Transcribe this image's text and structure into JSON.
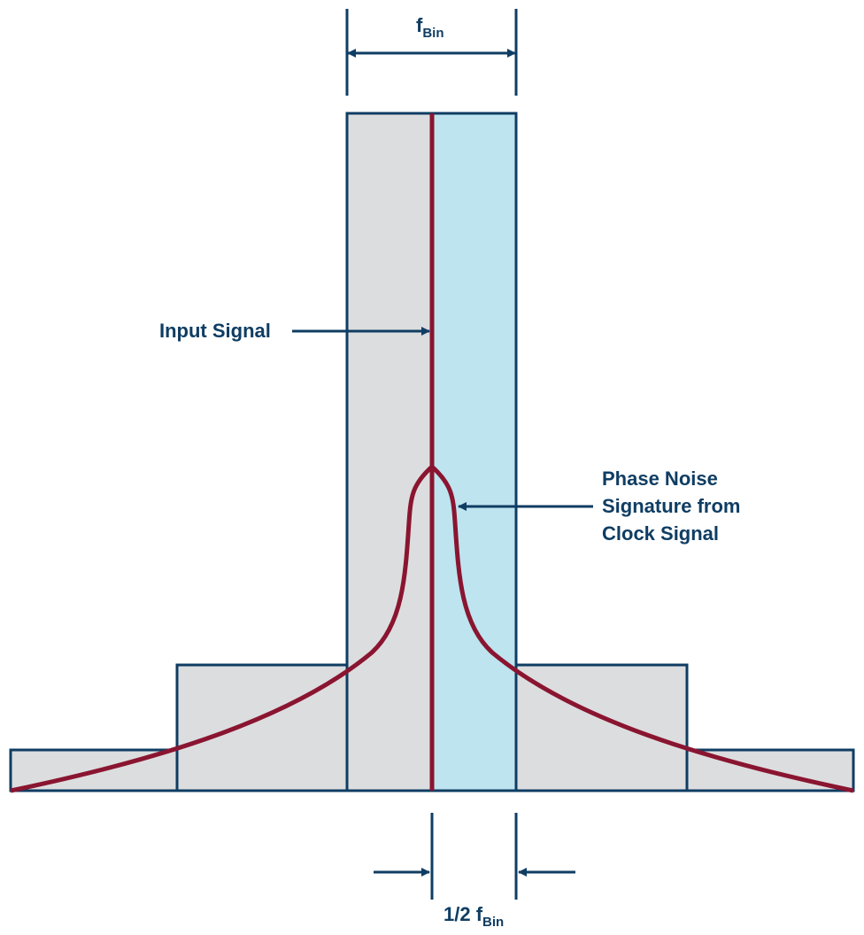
{
  "colors": {
    "outline": "#0f3d63",
    "bin_fill": "#dcdddf",
    "highlight_fill": "#bde4ef",
    "signal": "#8a1530",
    "text": "#0f3d63"
  },
  "labels": {
    "fbin_main": "f",
    "fbin_sub": "Bin",
    "input_signal": "Input Signal",
    "phase_noise_line1": "Phase Noise",
    "phase_noise_line2": "Signature from",
    "phase_noise_line3": "Clock Signal",
    "half_fbin_main": "1/2 f",
    "half_fbin_sub": "Bin"
  }
}
